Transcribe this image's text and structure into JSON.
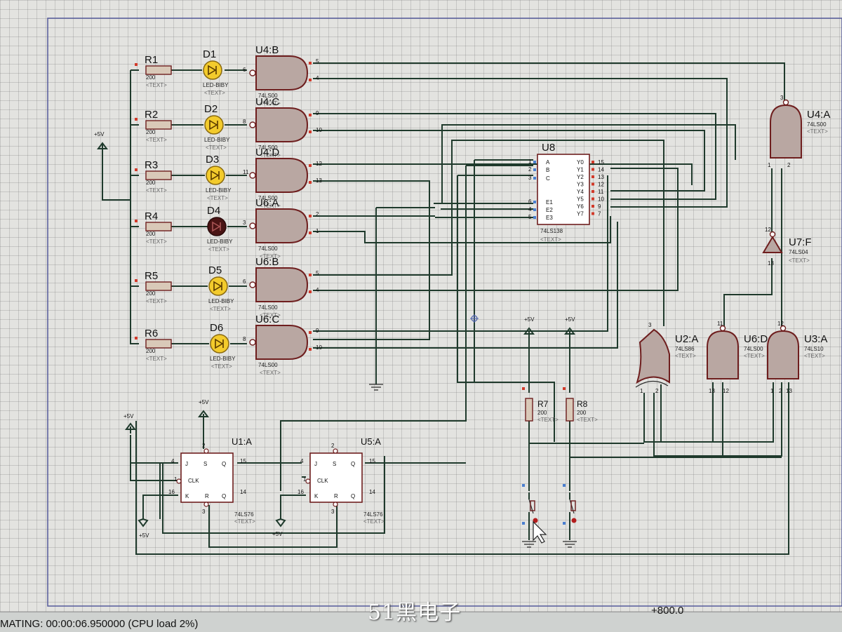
{
  "status": {
    "simulation_text": "MATING: 00:00:06.950000 (CPU load 2%)",
    "value": "+800.0"
  },
  "watermark": "51黑电子",
  "power_labels": [
    "+5V",
    "+5V",
    "+5V",
    "+5V",
    "+5V",
    "+5V",
    "+5V"
  ],
  "text_placeholder": "<TEXT>",
  "resistors": [
    {
      "ref": "R1",
      "value": "200"
    },
    {
      "ref": "R2",
      "value": "200"
    },
    {
      "ref": "R3",
      "value": "200"
    },
    {
      "ref": "R4",
      "value": "200"
    },
    {
      "ref": "R5",
      "value": "200"
    },
    {
      "ref": "R6",
      "value": "200"
    },
    {
      "ref": "R7",
      "value": "200"
    },
    {
      "ref": "R8",
      "value": "200"
    }
  ],
  "leds": [
    {
      "ref": "D1",
      "part": "LED-BIBY",
      "state": "on"
    },
    {
      "ref": "D2",
      "part": "LED-BIBY",
      "state": "on"
    },
    {
      "ref": "D3",
      "part": "LED-BIBY",
      "state": "on"
    },
    {
      "ref": "D4",
      "part": "LED-BIBY",
      "state": "off"
    },
    {
      "ref": "D5",
      "part": "LED-BIBY",
      "state": "on"
    },
    {
      "ref": "D6",
      "part": "LED-BIBY",
      "state": "on"
    }
  ],
  "nand_gates": [
    {
      "ref": "U4:B",
      "part": "74LS00",
      "in1": "5",
      "in2": "4",
      "out": "6"
    },
    {
      "ref": "U4:C",
      "part": "74LS00",
      "in1": "9",
      "in2": "10",
      "out": "8"
    },
    {
      "ref": "U4:D",
      "part": "74LS00",
      "in1": "12",
      "in2": "13",
      "out": "11"
    },
    {
      "ref": "U6:A",
      "part": "74LS00",
      "in1": "2",
      "in2": "1",
      "out": "3"
    },
    {
      "ref": "U6:B",
      "part": "74LS00",
      "in1": "5",
      "in2": "4",
      "out": "6"
    },
    {
      "ref": "U6:C",
      "part": "74LS00",
      "in1": "9",
      "in2": "10",
      "out": "8"
    }
  ],
  "decoder": {
    "ref": "U8",
    "part": "74LS138",
    "inputs": [
      {
        "name": "A",
        "pin": "1"
      },
      {
        "name": "B",
        "pin": "2"
      },
      {
        "name": "C",
        "pin": "3"
      },
      {
        "name": "E1",
        "pin": "6"
      },
      {
        "name": "E2",
        "pin": "4"
      },
      {
        "name": "E3",
        "pin": "5"
      }
    ],
    "outputs": [
      {
        "name": "Y0",
        "pin": "15"
      },
      {
        "name": "Y1",
        "pin": "14"
      },
      {
        "name": "Y2",
        "pin": "13"
      },
      {
        "name": "Y3",
        "pin": "12"
      },
      {
        "name": "Y4",
        "pin": "11"
      },
      {
        "name": "Y5",
        "pin": "10"
      },
      {
        "name": "Y6",
        "pin": "9"
      },
      {
        "name": "Y7",
        "pin": "7"
      }
    ]
  },
  "right_gates": [
    {
      "ref": "U4:A",
      "part": "74LS00"
    },
    {
      "ref": "U7:F",
      "part": "74LS04"
    },
    {
      "ref": "U2:A",
      "part": "74LS86"
    },
    {
      "ref": "U6:D",
      "part": "74LS00"
    },
    {
      "ref": "U3:A",
      "part": "74LS10"
    }
  ],
  "flipflops": [
    {
      "ref": "U1:A",
      "part": "74LS76",
      "pins": {
        "J": "4",
        "CLK": "1",
        "K": "16",
        "S": "2",
        "R": "3",
        "Q": "15",
        "QN": "14"
      },
      "labels": [
        "J",
        "S",
        "Q",
        "CLK",
        "K",
        "R",
        "Q"
      ]
    },
    {
      "ref": "U5:A",
      "part": "74LS76",
      "pins": {
        "J": "4",
        "CLK": "1",
        "K": "16",
        "S": "2",
        "R": "3",
        "Q": "15",
        "QN": "14"
      },
      "labels": [
        "J",
        "S",
        "Q",
        "CLK",
        "K",
        "R",
        "Q"
      ]
    }
  ],
  "misc_pins": {
    "u4a_out": "3",
    "u4a_in1": "1",
    "u4a_in2": "2",
    "u7f_in": "13",
    "u7f_out": "12",
    "u2a_out": "3",
    "u2a_in1": "1",
    "u2a_in2": "2",
    "u6d_out": "11",
    "u6d_in1": "13",
    "u6d_in2": "12",
    "u3a_out": "12",
    "u3a_in1": "1",
    "u3a_in2": "2",
    "u3a_in3": "13"
  }
}
